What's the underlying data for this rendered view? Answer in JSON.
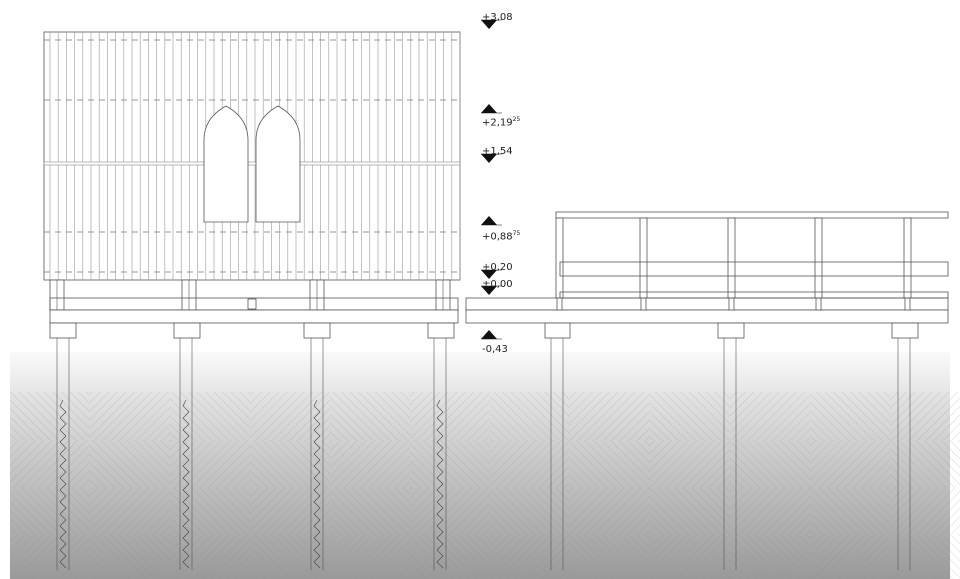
{
  "drawing": {
    "type": "architectural elevation",
    "levels": [
      {
        "text": "+3,08",
        "sup": "",
        "marker": "down"
      },
      {
        "text": "+2,19",
        "sup": "25",
        "marker": "up"
      },
      {
        "text": "+1,54",
        "sup": "",
        "marker": "down"
      },
      {
        "text": "+0,88",
        "sup": "75",
        "marker": "up"
      },
      {
        "text": "+0,20",
        "sup": "",
        "marker": "down"
      },
      {
        "text": "±0,00",
        "sup": "",
        "marker": "down"
      },
      {
        "text": "-0,43",
        "sup": "",
        "marker": "up"
      }
    ],
    "colors": {
      "line": "#555555",
      "ground_top": "#f2f2f2",
      "ground_bottom": "#9a9a9a"
    }
  }
}
